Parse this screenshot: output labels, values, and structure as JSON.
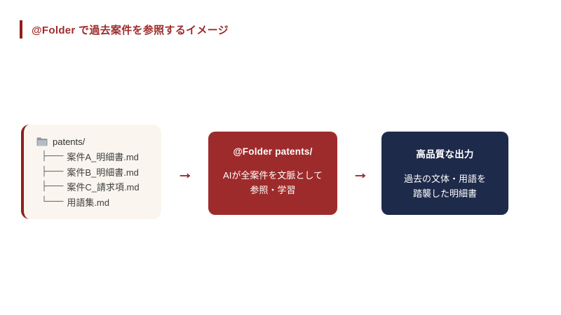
{
  "page": {
    "title": "@Folder で過去案件を参照するイメージ"
  },
  "colors": {
    "accent_red": "#9e2b2b",
    "accent_red_dark": "#8f1f1f",
    "navy": "#1e2a4a",
    "cream": "#faf6ef",
    "text_dark": "#3f3f3f",
    "white": "#ffffff"
  },
  "diagram": {
    "arrow_glyph": "→",
    "folder_box": {
      "folder_icon": "folder-icon",
      "folder_name": "patents/",
      "files": [
        {
          "prefix": "├───",
          "name": "案件A_明細書.md"
        },
        {
          "prefix": "├───",
          "name": "案件B_明細書.md"
        },
        {
          "prefix": "├───",
          "name": "案件C_請求項.md"
        },
        {
          "prefix": "└───",
          "name": "用語集.md"
        }
      ]
    },
    "process_box": {
      "heading": "@Folder patents/",
      "body_lines": [
        "AIが全案件を文脈として",
        "参照・学習"
      ]
    },
    "output_box": {
      "heading": "高品質な出力",
      "body_lines": [
        "過去の文体・用語を",
        "踏襲した明細書"
      ]
    }
  }
}
